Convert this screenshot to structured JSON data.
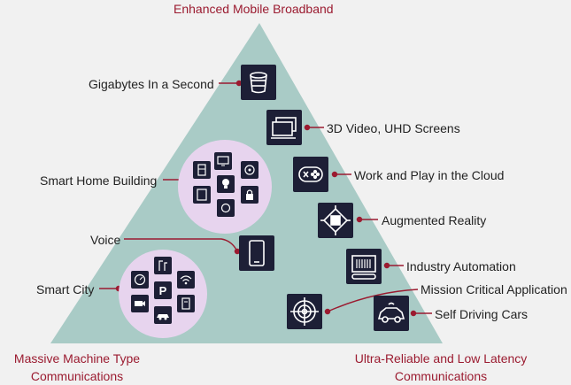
{
  "corners": {
    "top": "Enhanced Mobile Broadband",
    "bottom_left": [
      "Massive Machine Type",
      "Communications"
    ],
    "bottom_right": [
      "Ultra-Reliable and Low Latency",
      "Communications"
    ]
  },
  "items": {
    "gigabytes": "Gigabytes In a Second",
    "video": "3D Video, UHD Screens",
    "cloud": "Work and Play in the Cloud",
    "ar": "Augmented Reality",
    "automation": "Industry Automation",
    "mission": "Mission Critical Application",
    "cars": "Self Driving Cars",
    "smart_home": "Smart Home Building",
    "voice": "Voice",
    "smart_city": "Smart City"
  },
  "colors": {
    "triangle": "#a9cbc6",
    "accent": "#9b1b30",
    "icon_bg": "#1d1f36",
    "cluster_bg": "#e7d4ee"
  }
}
